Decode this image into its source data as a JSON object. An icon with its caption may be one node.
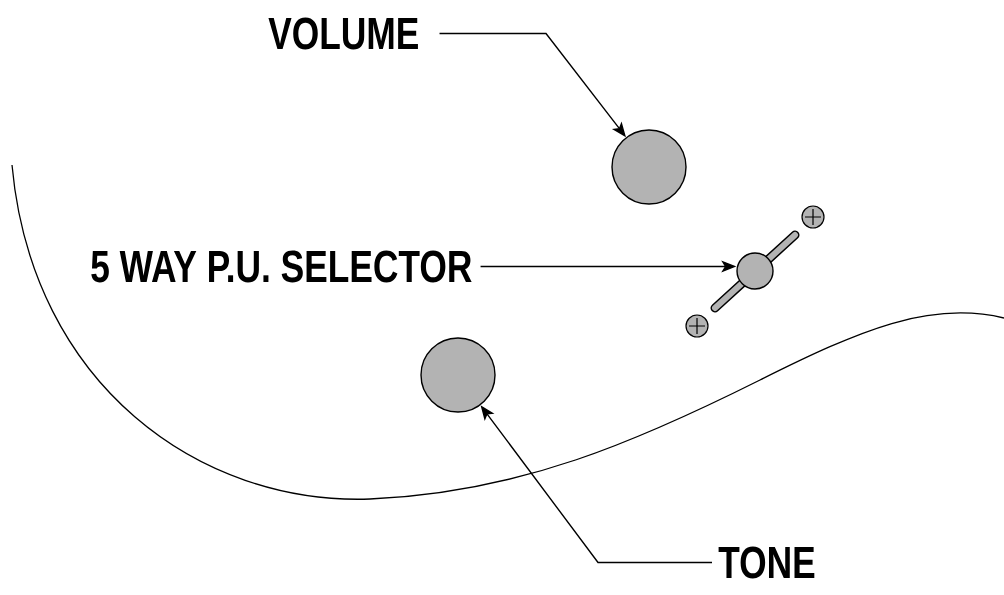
{
  "diagram": {
    "nodes": [
      {
        "text": [
          "VOLUME"
        ]
      },
      {
        "text": [],
        "shape": "circle"
      },
      {
        "text": [
          "5 WAY P.U. SELECTOR"
        ]
      },
      {
        "text": [],
        "shape": "circle"
      },
      {
        "text": [],
        "shape": "circle"
      },
      {
        "text": [
          "TONE"
        ]
      }
    ],
    "edges": [
      {
        "from": 0,
        "to": 1,
        "arrow": "to"
      },
      {
        "from": 2,
        "to": 3,
        "arrow": "to"
      },
      {
        "from": 5,
        "to": 4,
        "arrow": "to"
      }
    ]
  }
}
